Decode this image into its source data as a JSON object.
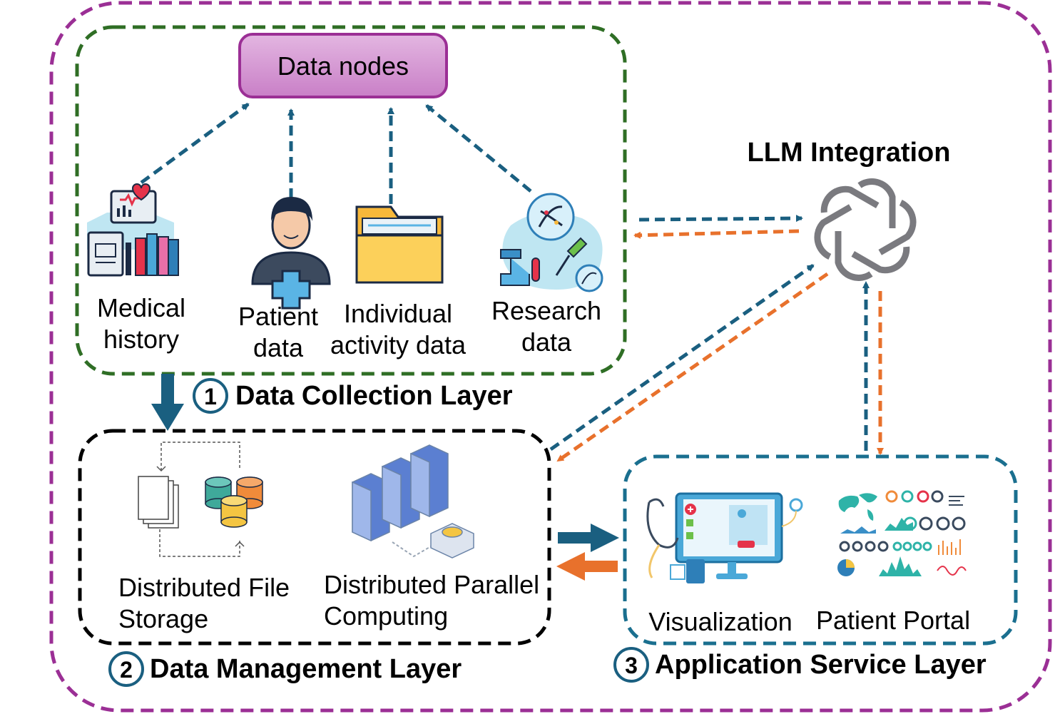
{
  "title": "LLM Integration",
  "data_nodes": {
    "label": "Data nodes"
  },
  "sources": [
    {
      "id": "medical",
      "lines": [
        "Medical",
        "history"
      ],
      "icon": "medical-records-icon"
    },
    {
      "id": "patient",
      "lines": [
        "Patient",
        "data"
      ],
      "icon": "patient-icon"
    },
    {
      "id": "activity",
      "lines": [
        "Individual",
        "activity data"
      ],
      "icon": "folder-icon"
    },
    {
      "id": "research",
      "lines": [
        "Research",
        "data"
      ],
      "icon": "research-lab-icon"
    }
  ],
  "layers": {
    "collection": {
      "number": "1",
      "label": "Data Collection Layer"
    },
    "management": {
      "number": "2",
      "label": "Data Management Layer"
    },
    "application": {
      "number": "3",
      "label": "Application Service Layer"
    }
  },
  "management_items": [
    {
      "id": "dfs",
      "lines": [
        "Distributed File",
        "Storage"
      ],
      "icon": "file-storage-icon"
    },
    {
      "id": "dpc",
      "lines": [
        "Distributed Parallel",
        "Computing"
      ],
      "icon": "server-cluster-icon"
    }
  ],
  "application_items": [
    {
      "id": "viz",
      "label": "Visualization",
      "icon": "monitor-icon"
    },
    {
      "id": "portal",
      "label": "Patient Portal",
      "icon": "dashboard-icon"
    }
  ],
  "colors": {
    "outer_border": "#9b2f95",
    "collection_border": "#2f6e25",
    "management_border": "#000000",
    "application_border": "#1a6f8f",
    "arrow_blue": "#1a5f80",
    "arrow_orange": "#e8712c",
    "node_fill": "#c77dc5",
    "node_border": "#9b2f95",
    "logo_grey": "#7a7a7f"
  }
}
